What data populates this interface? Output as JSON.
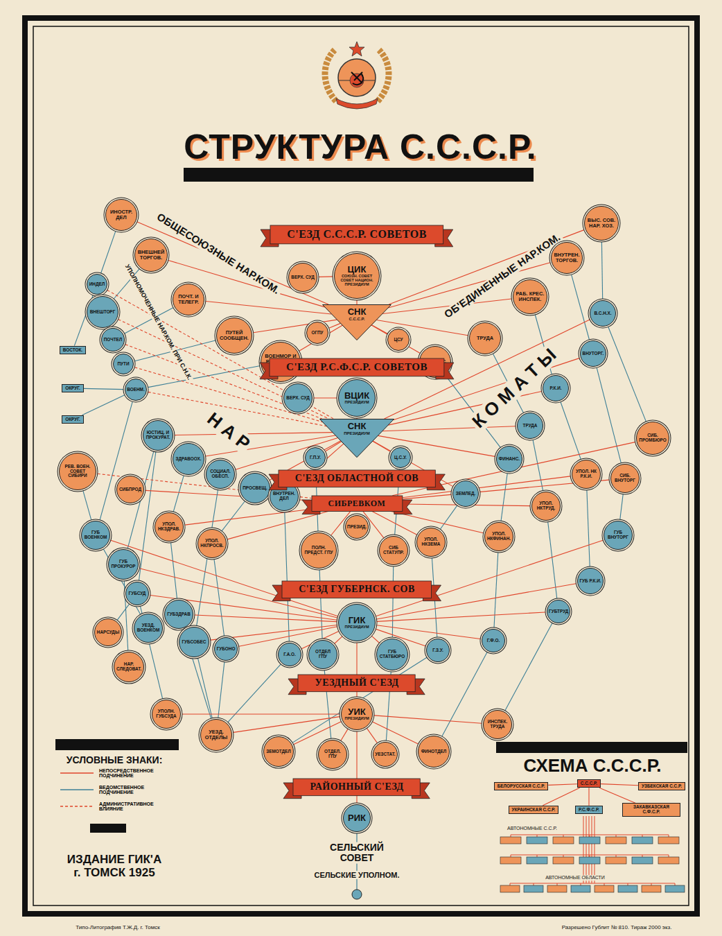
{
  "diagram": {
    "title": "СТРУКТУРА С.С.С.Р.",
    "nodes": [
      {
        "text": [
          "С'ЕЗД С.С.С.Р. СОВЕТОВ"
        ]
      },
      {
        "text": [
          "ЦИК",
          "СОЮЗН. СОВЕТ",
          "СОВЕТ НАЦИОН.",
          "ПРЕЗИДИУМ"
        ]
      },
      {
        "text": [
          "ВЕРХ. СУД"
        ]
      },
      {
        "text": [
          "СНК",
          "С.С.С.Р."
        ]
      },
      {
        "text": [
          "ОГПУ"
        ]
      },
      {
        "text": [
          "ЦСУ"
        ]
      },
      {
        "text": [
          "ИНОСТР. ДЕЛ"
        ]
      },
      {
        "text": [
          "ВНЕШНЕЙ ТОРГОВ."
        ]
      },
      {
        "text": [
          "ПОЧТ. И ТЕЛЕГР."
        ]
      },
      {
        "text": [
          "ПУТЕЙ СООБЩЕН."
        ]
      },
      {
        "text": [
          "ВОЕНМОР И РЕВ. ВОЕН. СОВЕТ"
        ]
      },
      {
        "text": [
          "ВЫС. СОВ. НАР. ХОЗ."
        ]
      },
      {
        "text": [
          "ВНУТРЕН. ТОРГОВ."
        ]
      },
      {
        "text": [
          "РАБ. КРЕС. ИНСПЕК."
        ]
      },
      {
        "text": [
          "ТРУДА"
        ]
      },
      {
        "text": [
          "ФИНАНС."
        ]
      },
      {
        "text": [
          "ИНДЕЛ"
        ]
      },
      {
        "text": [
          "ВНЕШТОРГ"
        ]
      },
      {
        "text": [
          "ПОЧТЕЛ"
        ]
      },
      {
        "text": [
          "ПУТИ"
        ]
      },
      {
        "text": [
          "ВОЕНМ."
        ]
      },
      {
        "text": [
          "ВОСТОК."
        ]
      },
      {
        "text": [
          "ОКРУГ."
        ]
      },
      {
        "text": [
          "ОКРУГ."
        ]
      },
      {
        "text": [
          "С'ЕЗД Р.С.Ф.С.Р. СОВЕТОВ"
        ]
      },
      {
        "text": [
          "ВЦИК",
          "ПРЕЗИДИУМ"
        ]
      },
      {
        "text": [
          "ВЕРХ. СУД"
        ]
      },
      {
        "text": [
          "СНК",
          "ПРЕЗИДИУМ"
        ]
      },
      {
        "text": [
          "Г.П.У."
        ]
      },
      {
        "text": [
          "Ц.С.У."
        ]
      },
      {
        "text": [
          "ЮСТИЦ. И ПРОКУРАТ."
        ]
      },
      {
        "text": [
          "ЗДРАВООХ."
        ]
      },
      {
        "text": [
          "СОЦИАЛ. ОБЕСП."
        ]
      },
      {
        "text": [
          "ПРОСВЕЩ."
        ]
      },
      {
        "text": [
          "ВНУТРЕН. ДЕЛ"
        ]
      },
      {
        "text": [
          "ЗЕМЛЕД."
        ]
      },
      {
        "text": [
          "ФИНАНС."
        ]
      },
      {
        "text": [
          "ТРУДА"
        ]
      },
      {
        "text": [
          "Р.К.И."
        ]
      },
      {
        "text": [
          "ВНУТОРГ."
        ]
      },
      {
        "text": [
          "В.С.Н.Х."
        ]
      },
      {
        "text": [
          "СИБ. ПРОМБЮРО"
        ]
      },
      {
        "text": [
          "СИБ. ВНУТОРГ"
        ]
      },
      {
        "text": [
          "РЕВ. ВОЕН. СОВЕТ СИБИРИ"
        ]
      },
      {
        "text": [
          "СИБПРОД"
        ]
      },
      {
        "text": [
          "С'ЕЗД ОБЛАСТНОЙ СОВ"
        ]
      },
      {
        "text": [
          "СИБРЕВКОМ"
        ]
      },
      {
        "text": [
          "ПРЕЗИД."
        ]
      },
      {
        "text": [
          "УПОЛ. НКЗДРАВ."
        ]
      },
      {
        "text": [
          "УПОЛ. НКПРОСВ."
        ]
      },
      {
        "text": [
          "ПОЛН. ПРЕДСТ. ГПУ"
        ]
      },
      {
        "text": [
          "СИБ СТАТУПР."
        ]
      },
      {
        "text": [
          "УПОЛ. НКЗЕМА"
        ]
      },
      {
        "text": [
          "УПОЛ. НКФИНАН."
        ]
      },
      {
        "text": [
          "УПОЛ. НКТРУД."
        ]
      },
      {
        "text": [
          "УПОЛ. НК Р.К.И."
        ]
      },
      {
        "text": [
          "ГУБ ВОЕНКОМ"
        ]
      },
      {
        "text": [
          "ГУБ ПРОКУРОР"
        ]
      },
      {
        "text": [
          "ГУБСУД"
        ]
      },
      {
        "text": [
          "ГУБ ВНУТОРГ"
        ]
      },
      {
        "text": [
          "ГУБ Р.К.И."
        ]
      },
      {
        "text": [
          "ГУБТРУД"
        ]
      },
      {
        "text": [
          "С'ЕЗД ГУБЕРНСК. СОВ"
        ]
      },
      {
        "text": [
          "ГИК",
          "ПРЕЗИДИУМ"
        ]
      },
      {
        "text": [
          "ГУБЗДРАВ"
        ]
      },
      {
        "text": [
          "ГУБСОБЕС"
        ]
      },
      {
        "text": [
          "ГУБОНО"
        ]
      },
      {
        "text": [
          "Г.А.О."
        ]
      },
      {
        "text": [
          "ОТДЕЛ ГПУ"
        ]
      },
      {
        "text": [
          "ГУБ СТАТБЮРО"
        ]
      },
      {
        "text": [
          "Г.З.У."
        ]
      },
      {
        "text": [
          "Г.Ф.О."
        ]
      },
      {
        "text": [
          "НАРСУДЫ"
        ]
      },
      {
        "text": [
          "НАР. СЛЕДОВАТ."
        ]
      },
      {
        "text": [
          "УЕЗД. ВОЕНКОМ"
        ]
      },
      {
        "text": [
          "УЕЗДНЫЙ С'ЕЗД"
        ]
      },
      {
        "text": [
          "УИК",
          "ПРЕЗИДИУМ"
        ]
      },
      {
        "text": [
          "УЕЗД. ОТДЕЛЫ"
        ]
      },
      {
        "text": [
          "УПОЛН. ГУБСУДА"
        ]
      },
      {
        "text": [
          "ЗЕМОТДЕЛ"
        ]
      },
      {
        "text": [
          "ОТДЕЛ. ГПУ"
        ]
      },
      {
        "text": [
          "УЕЗСТАТ."
        ]
      },
      {
        "text": [
          "ФИНОТДЕЛ"
        ]
      },
      {
        "text": [
          "ИНСПЕК. ТРУДА"
        ]
      },
      {
        "text": [
          "РАЙОННЫЙ С'ЕЗД"
        ]
      },
      {
        "text": [
          "РИК"
        ]
      },
      {
        "text": [
          "С.С.С.Р."
        ]
      },
      {
        "text": [
          "БЕЛОРУССКАЯ С.С.Р."
        ]
      },
      {
        "text": [
          "УЗБЕКСКАЯ С.С.Р."
        ]
      },
      {
        "text": [
          "УКРАИНСКАЯ С.С.Р."
        ]
      },
      {
        "text": [
          "Р.С.Ф.С.Р."
        ]
      },
      {
        "text": [
          "ЗАКАВКАЗСКАЯ С.Ф.С.Р."
        ]
      }
    ],
    "edges": [
      {
        "from": 1,
        "to": 3,
        "arrow": "none"
      },
      {
        "from": 2,
        "to": 1,
        "arrow": "none"
      },
      {
        "from": 4,
        "to": 3,
        "arrow": "none"
      },
      {
        "from": 5,
        "to": 3,
        "arrow": "none"
      },
      {
        "from": 6,
        "to": 3,
        "arrow": "none"
      },
      {
        "from": 7,
        "to": 3,
        "arrow": "none"
      },
      {
        "from": 8,
        "to": 3,
        "arrow": "none"
      },
      {
        "from": 9,
        "to": 3,
        "arrow": "none"
      },
      {
        "from": 10,
        "to": 3,
        "arrow": "none"
      },
      {
        "from": 11,
        "to": 3,
        "arrow": "none"
      },
      {
        "from": 12,
        "to": 3,
        "arrow": "none"
      },
      {
        "from": 13,
        "to": 3,
        "arrow": "none"
      },
      {
        "from": 14,
        "to": 3,
        "arrow": "none"
      },
      {
        "from": 15,
        "to": 3,
        "arrow": "none"
      },
      {
        "from": 6,
        "to": 16,
        "arrow": "none"
      },
      {
        "from": 7,
        "to": 17,
        "arrow": "none"
      },
      {
        "from": 8,
        "to": 18,
        "arrow": "none"
      },
      {
        "from": 9,
        "to": 19,
        "arrow": "none"
      },
      {
        "from": 10,
        "to": 20,
        "arrow": "none"
      },
      {
        "from": 16,
        "to": 21,
        "arrow": "none"
      },
      {
        "from": 20,
        "to": 22,
        "arrow": "none"
      },
      {
        "from": 20,
        "to": 23,
        "arrow": "none"
      },
      {
        "from": 16,
        "to": 27,
        "arrow": "none"
      },
      {
        "from": 17,
        "to": 27,
        "arrow": "none"
      },
      {
        "from": 18,
        "to": 27,
        "arrow": "none"
      },
      {
        "from": 19,
        "to": 27,
        "arrow": "none"
      },
      {
        "from": 20,
        "to": 27,
        "arrow": "none"
      },
      {
        "from": 11,
        "to": 40,
        "arrow": "none"
      },
      {
        "from": 12,
        "to": 39,
        "arrow": "none"
      },
      {
        "from": 13,
        "to": 38,
        "arrow": "none"
      },
      {
        "from": 14,
        "to": 37,
        "arrow": "none"
      },
      {
        "from": 15,
        "to": 36,
        "arrow": "none"
      },
      {
        "from": 25,
        "to": 27,
        "arrow": "none"
      },
      {
        "from": 26,
        "to": 25,
        "arrow": "none"
      },
      {
        "from": 28,
        "to": 27,
        "arrow": "none"
      },
      {
        "from": 29,
        "to": 27,
        "arrow": "none"
      },
      {
        "from": 30,
        "to": 27,
        "arrow": "none"
      },
      {
        "from": 31,
        "to": 27,
        "arrow": "none"
      },
      {
        "from": 32,
        "to": 27,
        "arrow": "none"
      },
      {
        "from": 33,
        "to": 27,
        "arrow": "none"
      },
      {
        "from": 34,
        "to": 27,
        "arrow": "none"
      },
      {
        "from": 35,
        "to": 27,
        "arrow": "none"
      },
      {
        "from": 36,
        "to": 27,
        "arrow": "none"
      },
      {
        "from": 37,
        "to": 27,
        "arrow": "none"
      },
      {
        "from": 38,
        "to": 27,
        "arrow": "none"
      },
      {
        "from": 39,
        "to": 27,
        "arrow": "none"
      },
      {
        "from": 40,
        "to": 27,
        "arrow": "none"
      },
      {
        "from": 31,
        "to": 48,
        "arrow": "none"
      },
      {
        "from": 33,
        "to": 49,
        "arrow": "none"
      },
      {
        "from": 28,
        "to": 50,
        "arrow": "none"
      },
      {
        "from": 29,
        "to": 51,
        "arrow": "none"
      },
      {
        "from": 35,
        "to": 52,
        "arrow": "none"
      },
      {
        "from": 36,
        "to": 53,
        "arrow": "none"
      },
      {
        "from": 37,
        "to": 54,
        "arrow": "none"
      },
      {
        "from": 38,
        "to": 55,
        "arrow": "none"
      },
      {
        "from": 39,
        "to": 42,
        "arrow": "none"
      },
      {
        "from": 40,
        "to": 41,
        "arrow": "none"
      },
      {
        "from": 30,
        "to": 57,
        "arrow": "none"
      },
      {
        "from": 30,
        "to": 58,
        "arrow": "none"
      },
      {
        "from": 20,
        "to": 56,
        "arrow": "none"
      },
      {
        "from": 43,
        "to": 56,
        "arrow": "none"
      },
      {
        "from": 41,
        "to": 46,
        "arrow": "none"
      },
      {
        "from": 42,
        "to": 46,
        "arrow": "none"
      },
      {
        "from": 43,
        "to": 46,
        "arrow": "none"
      },
      {
        "from": 44,
        "to": 46,
        "arrow": "none"
      },
      {
        "from": 48,
        "to": 46,
        "arrow": "none"
      },
      {
        "from": 49,
        "to": 46,
        "arrow": "none"
      },
      {
        "from": 50,
        "to": 46,
        "arrow": "none"
      },
      {
        "from": 51,
        "to": 46,
        "arrow": "none"
      },
      {
        "from": 52,
        "to": 46,
        "arrow": "none"
      },
      {
        "from": 53,
        "to": 46,
        "arrow": "none"
      },
      {
        "from": 54,
        "to": 46,
        "arrow": "none"
      },
      {
        "from": 55,
        "to": 46,
        "arrow": "none"
      },
      {
        "from": 48,
        "to": 64,
        "arrow": "none"
      },
      {
        "from": 32,
        "to": 65,
        "arrow": "none"
      },
      {
        "from": 49,
        "to": 66,
        "arrow": "none"
      },
      {
        "from": 34,
        "to": 67,
        "arrow": "none"
      },
      {
        "from": 50,
        "to": 68,
        "arrow": "none"
      },
      {
        "from": 51,
        "to": 69,
        "arrow": "none"
      },
      {
        "from": 52,
        "to": 70,
        "arrow": "none"
      },
      {
        "from": 53,
        "to": 71,
        "arrow": "none"
      },
      {
        "from": 42,
        "to": 59,
        "arrow": "none"
      },
      {
        "from": 55,
        "to": 60,
        "arrow": "none"
      },
      {
        "from": 54,
        "to": 61,
        "arrow": "none"
      },
      {
        "from": 64,
        "to": 63,
        "arrow": "none"
      },
      {
        "from": 65,
        "to": 63,
        "arrow": "none"
      },
      {
        "from": 66,
        "to": 63,
        "arrow": "none"
      },
      {
        "from": 67,
        "to": 63,
        "arrow": "none"
      },
      {
        "from": 68,
        "to": 63,
        "arrow": "none"
      },
      {
        "from": 69,
        "to": 63,
        "arrow": "none"
      },
      {
        "from": 70,
        "to": 63,
        "arrow": "none"
      },
      {
        "from": 71,
        "to": 63,
        "arrow": "none"
      },
      {
        "from": 56,
        "to": 63,
        "arrow": "none"
      },
      {
        "from": 57,
        "to": 63,
        "arrow": "none"
      },
      {
        "from": 58,
        "to": 63,
        "arrow": "none"
      },
      {
        "from": 59,
        "to": 63,
        "arrow": "none"
      },
      {
        "from": 60,
        "to": 63,
        "arrow": "none"
      },
      {
        "from": 61,
        "to": 63,
        "arrow": "none"
      },
      {
        "from": 58,
        "to": 72,
        "arrow": "none"
      },
      {
        "from": 57,
        "to": 73,
        "arrow": "none"
      },
      {
        "from": 56,
        "to": 74,
        "arrow": "none"
      },
      {
        "from": 64,
        "to": 77,
        "arrow": "none"
      },
      {
        "from": 65,
        "to": 77,
        "arrow": "none"
      },
      {
        "from": 66,
        "to": 77,
        "arrow": "none"
      },
      {
        "from": 67,
        "to": 77,
        "arrow": "none"
      },
      {
        "from": 58,
        "to": 78,
        "arrow": "none"
      },
      {
        "from": 70,
        "to": 79,
        "arrow": "none"
      },
      {
        "from": 68,
        "to": 80,
        "arrow": "none"
      },
      {
        "from": 69,
        "to": 81,
        "arrow": "none"
      },
      {
        "from": 71,
        "to": 82,
        "arrow": "none"
      },
      {
        "from": 61,
        "to": 83,
        "arrow": "none"
      },
      {
        "from": 63,
        "to": 76,
        "arrow": "none"
      },
      {
        "from": 77,
        "to": 76,
        "arrow": "none"
      },
      {
        "from": 78,
        "to": 76,
        "arrow": "none"
      },
      {
        "from": 79,
        "to": 76,
        "arrow": "none"
      },
      {
        "from": 80,
        "to": 76,
        "arrow": "none"
      },
      {
        "from": 81,
        "to": 76,
        "arrow": "none"
      },
      {
        "from": 82,
        "to": 76,
        "arrow": "none"
      },
      {
        "from": 83,
        "to": 76,
        "arrow": "none"
      },
      {
        "from": 76,
        "to": 85,
        "arrow": "none"
      },
      {
        "from": 86,
        "to": 87,
        "arrow": "none"
      },
      {
        "from": 86,
        "to": 88,
        "arrow": "none"
      },
      {
        "from": 86,
        "to": 89,
        "arrow": "none"
      },
      {
        "from": 86,
        "to": 90,
        "arrow": "none"
      },
      {
        "from": 86,
        "to": 91,
        "arrow": "none"
      }
    ],
    "labels": [
      "ОБЩЕСОЮЗНЫЕ НАР.КОМ.",
      "ОБ'ЕДИНЕННЫЕ НАР.КОМ.",
      "УПОЛНОМОЧЕННЫЕ НАР.КОМ. ПРИ С.Н.К.",
      "Н А Р",
      "К О М А Т Ы",
      "УСЛОВНЫЕ ЗНАКИ:",
      "ИЗДАНИЕ ГИК'А г. ТОМСК 1925",
      "СЕЛЬСКИЙ СОВЕТ",
      "СЕЛЬСКИЕ УПОЛНОМ.",
      "СХЕМА С.С.С.Р.",
      "АВТОНОМНЫЕ С.С.Р.",
      "АВТОНОМНЫЕ ОБЛАСТИ",
      "Типо-Литография Т.Ж.Д. г. Томск",
      "Разрешено Гублит № 810. Тираж 2000 экз."
    ],
    "legend": [
      {
        "text": "НЕПОСРЕДСТВЕННОЕ ПОДЧИНЕНИЕ"
      },
      {
        "text": "ВЕДОМСТВЕННОЕ ПОДЧИНЕНИЕ"
      },
      {
        "text": "АДМИНИСТРАТИВНОЕ ВЛИЯНИЕ"
      }
    ]
  }
}
